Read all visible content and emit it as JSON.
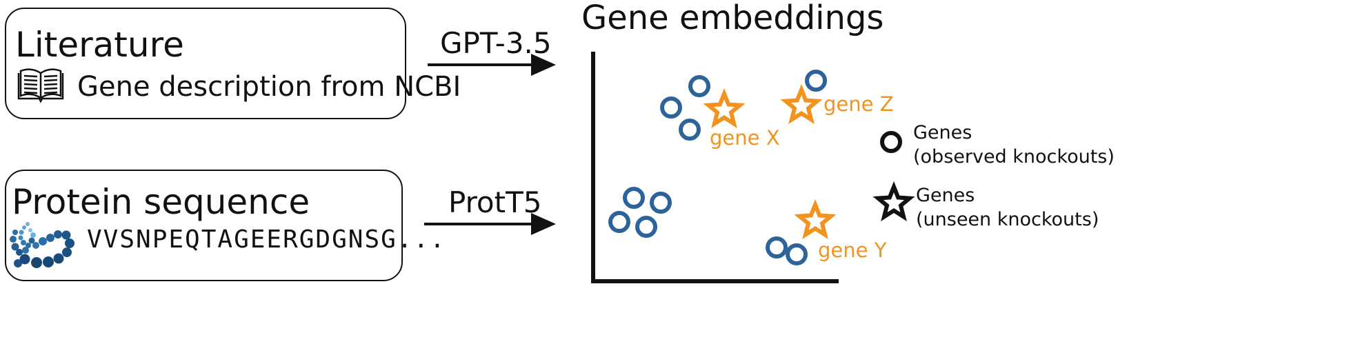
{
  "literature": {
    "title": "Literature",
    "description": "Gene description from NCBI",
    "icon": "open-book-icon"
  },
  "protein": {
    "title": "Protein sequence",
    "sequence": "VVSNPEQTAGEERGDGNSG...",
    "icon": "protein-chain-icon"
  },
  "arrows": {
    "top_label": "GPT-3.5",
    "bottom_label": "ProtT5"
  },
  "plot": {
    "title": "Gene embeddings",
    "genes": {
      "x": "gene X",
      "y": "gene Y",
      "z": "gene Z"
    }
  },
  "legend": {
    "observed_line1": "Genes",
    "observed_line2": "(observed knockouts)",
    "unseen_line1": "Genes",
    "unseen_line2": "(unseen knockouts)"
  },
  "colors": {
    "circle": "#2e6399",
    "star": "#f2931f",
    "ink": "#111111"
  }
}
